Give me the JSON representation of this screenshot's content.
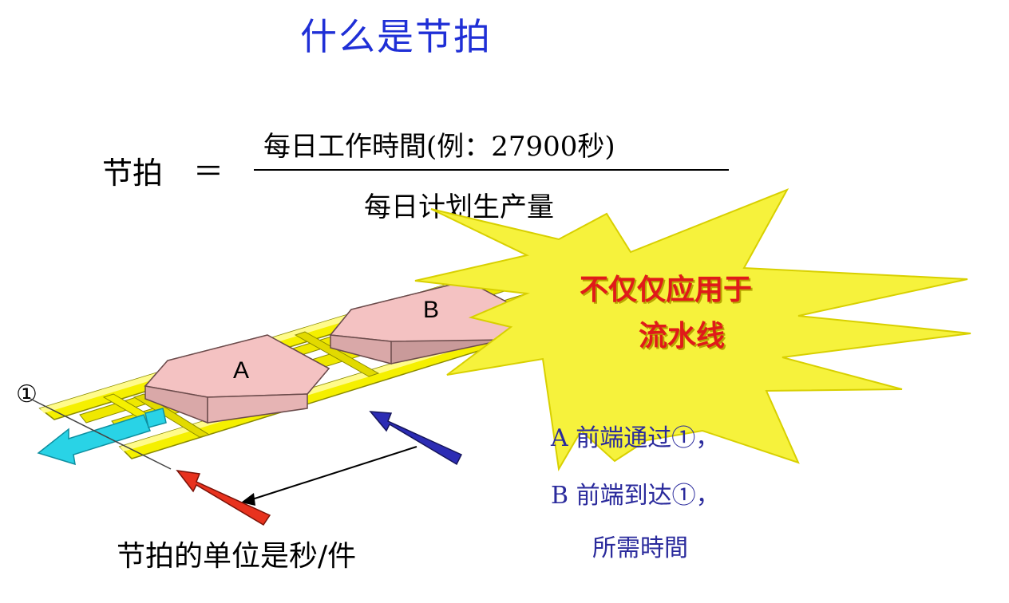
{
  "title": "什么是节拍",
  "formula": {
    "lhs": "节拍",
    "equals": "＝",
    "numerator": "每日工作時間(例：27900秒)",
    "denominator": "每日计划生产量"
  },
  "diagram": {
    "box_a_label": "A",
    "box_b_label": "B",
    "marker_label": "①"
  },
  "burst": {
    "line1": "不仅仅应用于",
    "line2": "流水线"
  },
  "notes": {
    "line1": "A 前端通过①，",
    "line2": "B 前端到达①，",
    "line3": "所需時間"
  },
  "unit_note": "节拍的单位是秒/件",
  "colors": {
    "title": "#1f2fd6",
    "rail": "#f5f000",
    "box": "#f4c2c2",
    "burst": "#f6f23c",
    "burst_text": "#e01a1a",
    "arrow_blue": "#2c2cb4",
    "arrow_red": "#e8321e",
    "arrow_cyan": "#29d3e6",
    "notes": "#2a2a9c"
  }
}
